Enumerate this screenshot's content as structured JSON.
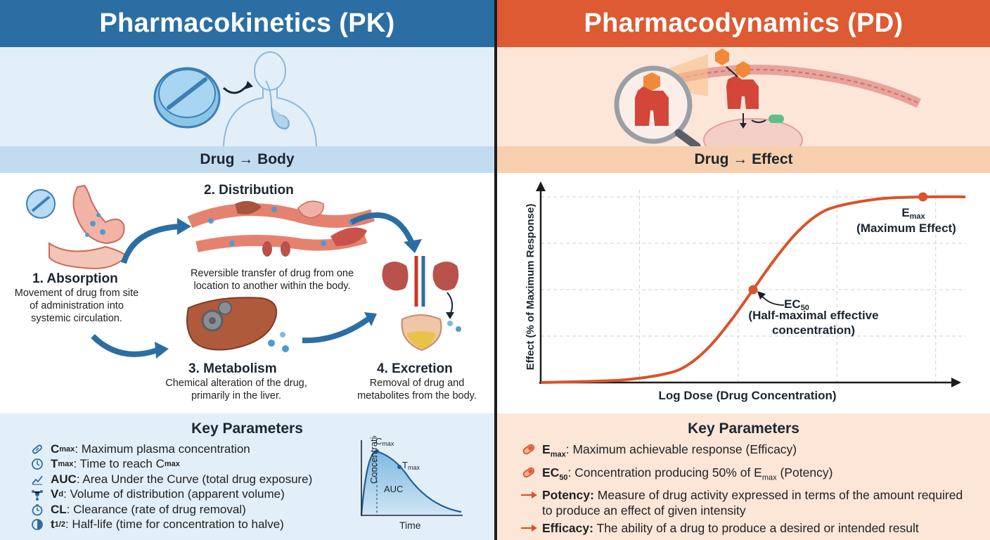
{
  "pk": {
    "title": "Pharmacokinetics (PK)",
    "band": "Drug → Body",
    "stages": [
      {
        "title": "1. Absorption",
        "desc": "Movement of drug from site of administration into systemic circulation."
      },
      {
        "title": "2. Distribution",
        "desc": "Reversible transfer of drug from one location to another within the body."
      },
      {
        "title": "3. Metabolism",
        "desc": "Chemical alteration of the drug, primarily in the liver."
      },
      {
        "title": "4. Excretion",
        "desc": "Removal of drug and metabolites from the body."
      }
    ],
    "params_title": "Key Parameters",
    "params": [
      {
        "sym": "C",
        "sub": "max",
        "text": ": Maximum plasma concentration",
        "icon": "pill-icon"
      },
      {
        "sym": "T",
        "sub": "max",
        "text": ": Time to reach C",
        "text_sub": "max",
        "icon": "clock-icon"
      },
      {
        "sym": "AUC",
        "sub": "",
        "text": ": Area Under the Curve (total drug exposure)",
        "icon": "chart-icon"
      },
      {
        "sym": "V",
        "sub": "d",
        "text": ": Volume of distribution (apparent volume)",
        "icon": "molecule-icon"
      },
      {
        "sym": "CL",
        "sub": "",
        "text": ": Clearance (rate of drug removal)",
        "icon": "timer-icon"
      },
      {
        "sym": "t",
        "sub": "1/2",
        "text": ": Half-life (time for concentration to halve)",
        "icon": "half-circle-icon"
      }
    ],
    "mini_chart": {
      "ylabel": "Concentration",
      "xlabel": "Time",
      "cmax_label": "C",
      "cmax_sub": "max",
      "tmax_label": "T",
      "tmax_sub": "max",
      "auc_label": "AUC"
    },
    "colors": {
      "primary": "#2b6ea3",
      "light": "#e3eff8",
      "band": "#c2dcef"
    }
  },
  "pd": {
    "title": "Pharmacodynamics (PD)",
    "band": "Drug → Effect",
    "params_title": "Key Parameters",
    "params": [
      {
        "sym": "E",
        "sub": "max",
        "text": ": Maximum achievable response (Efficacy)",
        "icon": "pill-icon"
      },
      {
        "sym": "EC",
        "sub": "50",
        "text": ": Concentration producing 50% of E",
        "text_sub": "max",
        "text_after": " (Potency)",
        "icon": "pill-icon"
      },
      {
        "sym": "Potency:",
        "sub": "",
        "text": " Measure of drug activity expressed in terms of the amount required to produce an effect of given intensity",
        "icon": "arrow-icon"
      },
      {
        "sym": "Efficacy:",
        "sub": "",
        "text": " The ability of a drug to produce a desired or intended result",
        "icon": "arrow-icon"
      }
    ],
    "colors": {
      "primary": "#dd5a32",
      "light": "#fbe6d8",
      "band": "#f8cfae",
      "curve": "#d9532b"
    }
  },
  "chart_data": {
    "type": "line",
    "title": "",
    "xlabel": "Log Dose (Drug Concentration)",
    "ylabel": "Effect (% of Maximum Response)",
    "ylim": [
      0,
      100
    ],
    "xlim": [
      0,
      10
    ],
    "grid": true,
    "x": [
      0,
      1,
      2,
      3,
      3.5,
      4,
      4.5,
      5,
      5.5,
      6,
      6.5,
      7,
      8,
      9,
      10
    ],
    "series": [
      {
        "values": [
          0,
          0.5,
          1.5,
          5,
          10,
          20,
          34,
          50,
          66,
          80,
          90,
          95,
          99,
          100,
          100
        ]
      }
    ],
    "annotations": [
      {
        "label": "E",
        "sub": "max",
        "text": "(Maximum Effect)",
        "x": 9,
        "y": 100
      },
      {
        "label": "EC",
        "sub": "50",
        "text": "(Half-maximal effective concentration)",
        "x": 5,
        "y": 50
      }
    ]
  }
}
